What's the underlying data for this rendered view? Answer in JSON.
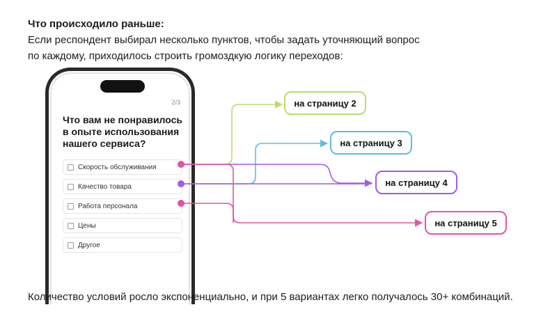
{
  "intro": {
    "title": "Что происходило раньше:",
    "line1": "Если респондент выбирал несколько пунктов, чтобы задать уточняющий вопрос",
    "line2": "по каждому, приходилось строить громоздкую логику переходов:"
  },
  "phone": {
    "pager": "2/3",
    "question": "Что вам не понравилось в опыте использования нашего сервиса?",
    "options": [
      "Скорость обслуживания",
      "Качество товара",
      "Работа персонала",
      "Цены",
      "Другое"
    ]
  },
  "targets": [
    {
      "label": "на страницу 2",
      "color": "#b9dd6b"
    },
    {
      "label": "на страницу 3",
      "color": "#5bbde0"
    },
    {
      "label": "на страницу 4",
      "color": "#a35be0"
    },
    {
      "label": "на страницу 5",
      "color": "#e053a8"
    }
  ],
  "footer": "Количество условий росло экспоненциально, и при 5 вариантах легко получалось 30+ комбинаций."
}
